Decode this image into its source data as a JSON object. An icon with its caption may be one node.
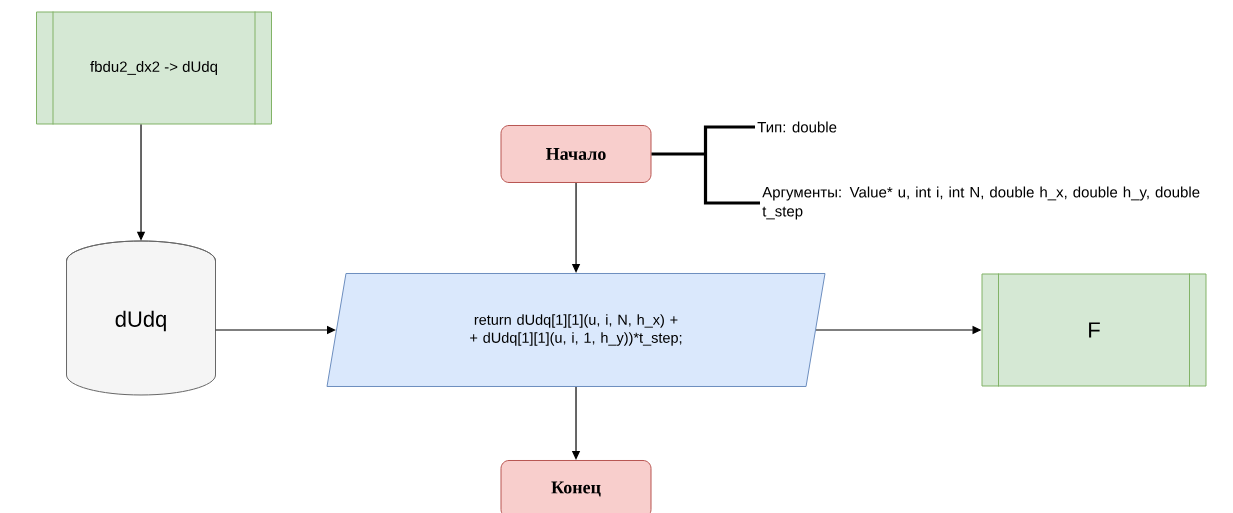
{
  "diagram": {
    "nodes": [
      {
        "text": [
          "fbdu2_dx2 -> dUdq"
        ]
      },
      {
        "text": [
          "dUdq"
        ]
      },
      {
        "text": [
          "Начало"
        ]
      },
      {
        "text": [
          "Тип: double"
        ]
      },
      {
        "text": [
          "Аргументы: Value* u, int i, int N, double h_x, double h_y, double t_step"
        ]
      },
      {
        "text": [
          "return dUdq[1][1](u, i, N, h_x) + + dUdq[1][1](u, i, 1, h_y))*t_step;"
        ]
      },
      {
        "text": [
          "F"
        ]
      },
      {
        "text": [
          "Конец"
        ]
      }
    ],
    "edges": [
      {
        "from": 0,
        "to": 1,
        "arrow": "to"
      },
      {
        "from": 1,
        "to": 5,
        "arrow": "to"
      },
      {
        "from": 2,
        "to": 5,
        "arrow": "to"
      },
      {
        "from": 5,
        "to": 6,
        "arrow": "to"
      },
      {
        "from": 5,
        "to": 7,
        "arrow": "to"
      },
      {
        "from": 2,
        "to": 3,
        "arrow": "none",
        "style": "thick"
      },
      {
        "from": 2,
        "to": 4,
        "arrow": "none",
        "style": "thick"
      }
    ]
  }
}
